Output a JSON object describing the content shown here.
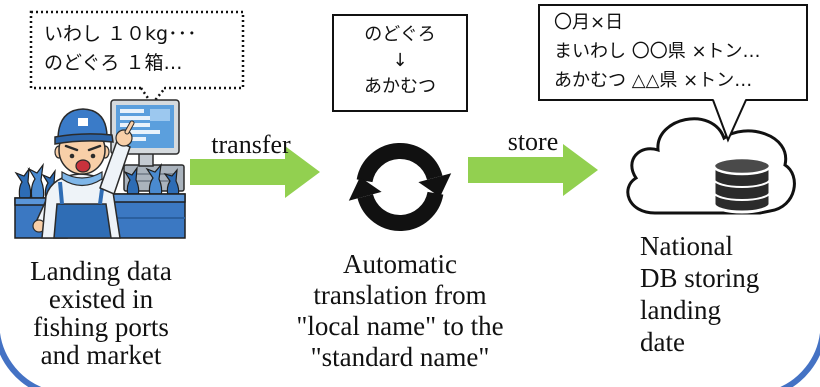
{
  "bubbles": {
    "landing_note": [
      "いわし １０kg･･･",
      "のどぐろ １箱…"
    ],
    "name_conversion": [
      "のどぐろ",
      "↓",
      "あかむつ"
    ],
    "db_record": [
      "〇月×日",
      "まいわし 〇〇県 ×トン…",
      "あかむつ △△県 ×トン…"
    ]
  },
  "arrows": {
    "transfer_label": "transfer",
    "store_label": "store"
  },
  "captions": {
    "landing_data": [
      "Landing data",
      "existed in",
      "fishing ports",
      "and market"
    ],
    "translation": [
      "Automatic",
      "translation from",
      "\"local name\" to the",
      "\"standard name\""
    ],
    "national_db": [
      "National",
      "DB storing",
      "landing",
      "date"
    ]
  },
  "icons": [
    "fisherman-illustration",
    "sync-icon",
    "cloud-icon",
    "database-icon"
  ],
  "colors": {
    "arrow": "#92d050",
    "frame": "#4472c4",
    "ink": "#111111"
  }
}
